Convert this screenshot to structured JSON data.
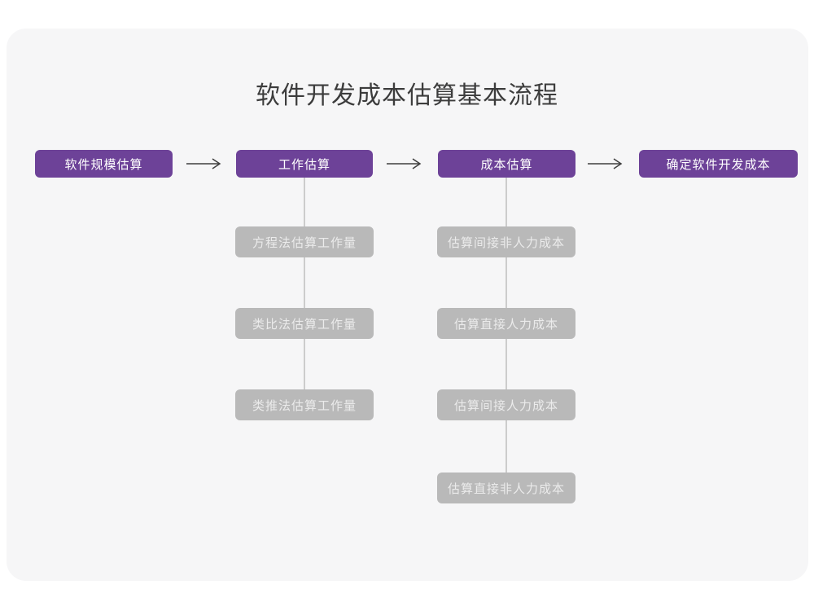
{
  "title": "软件开发成本估算基本流程",
  "flow": {
    "steps": [
      {
        "label": "软件规模估算"
      },
      {
        "label": "工作估算"
      },
      {
        "label": "成本估算"
      },
      {
        "label": "确定软件开发成本"
      }
    ],
    "work_methods": [
      "方程法估算工作量",
      "类比法估算工作量",
      "类推法估算工作量"
    ],
    "cost_items": [
      "估算间接非人力成本",
      "估算直接人力成本",
      "估算间接人力成本",
      "估算直接非人力成本"
    ]
  },
  "icons": {
    "arrow_right": "right-arrow-icon"
  },
  "colors": {
    "accent_purple": "#6d4298",
    "node_gray": "#b9b9b9",
    "node_gray_text": "#ebebeb",
    "connector_gray": "#cccccc",
    "arrow_dark": "#3f3f3f",
    "card_background": "#f6f6f7",
    "title_text": "#3c3c3c"
  }
}
